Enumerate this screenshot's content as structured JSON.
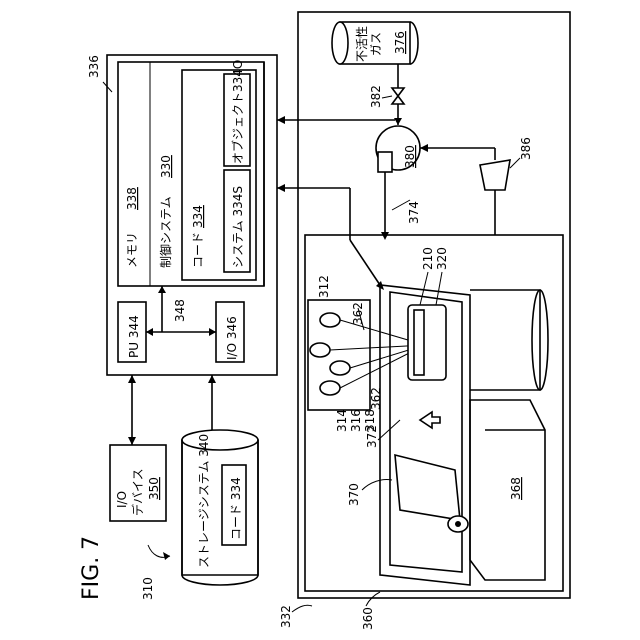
{
  "figure": {
    "title": "FIG. 7"
  },
  "refs": {
    "r310": "310",
    "r332": "332",
    "r336": "336",
    "r360": "360",
    "r338": "338",
    "r330": "330",
    "r334": "334",
    "r348": "348",
    "r312": "312",
    "r314": "314",
    "r316": "316",
    "r318": "318",
    "r362a": "362",
    "r362b": "362",
    "r372": "372",
    "r370": "370",
    "r368": "368",
    "r374": "374",
    "r380": "380",
    "r382": "382",
    "r386": "386",
    "r376": "376",
    "r210": "210",
    "r320": "320"
  },
  "labels": {
    "memory": "メモリ",
    "control_system": "制御システム",
    "code": "コード",
    "system_334s": "システム 334S",
    "object_334o": "オブジェクト334O",
    "pu": "PU 344",
    "io": "I/O 346",
    "io_device_line1": "I/O",
    "io_device_line2": "デバイス",
    "io_device_num": "350",
    "storage": "ストレージシステム 340",
    "storage_code": "コード 334",
    "inert_gas_line1": "不活性",
    "inert_gas_line2": "ガス"
  }
}
